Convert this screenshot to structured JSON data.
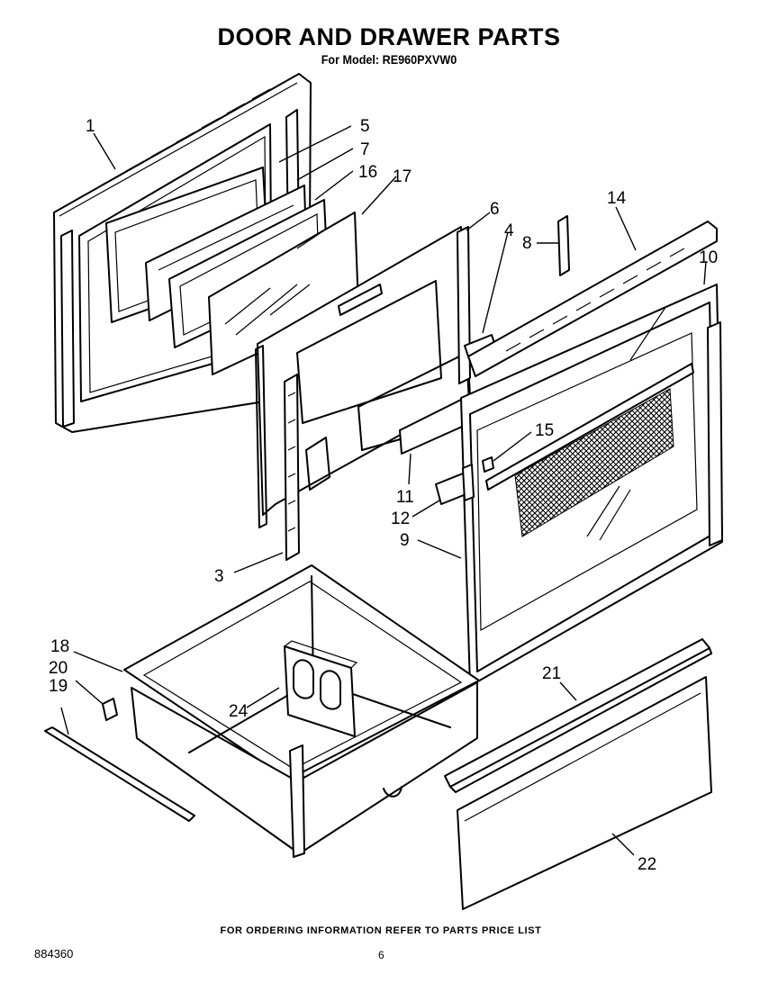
{
  "header": {
    "title": "DOOR AND DRAWER PARTS",
    "subtitle": "For Model: RE960PXVW0"
  },
  "callouts": {
    "c1": "1",
    "c3": "3",
    "c4": "4",
    "c5": "5",
    "c6": "6",
    "c7": "7",
    "c8": "8",
    "c9": "9",
    "c10": "10",
    "c11": "11",
    "c12": "12",
    "c14": "14",
    "c15": "15",
    "c16": "16",
    "c17": "17",
    "c18": "18",
    "c19": "19",
    "c20": "20",
    "c21": "21",
    "c22": "22",
    "c24": "24"
  },
  "footer": {
    "note": "FOR ORDERING INFORMATION REFER TO PARTS PRICE LIST",
    "doc_number": "884360",
    "page_number": "6"
  }
}
